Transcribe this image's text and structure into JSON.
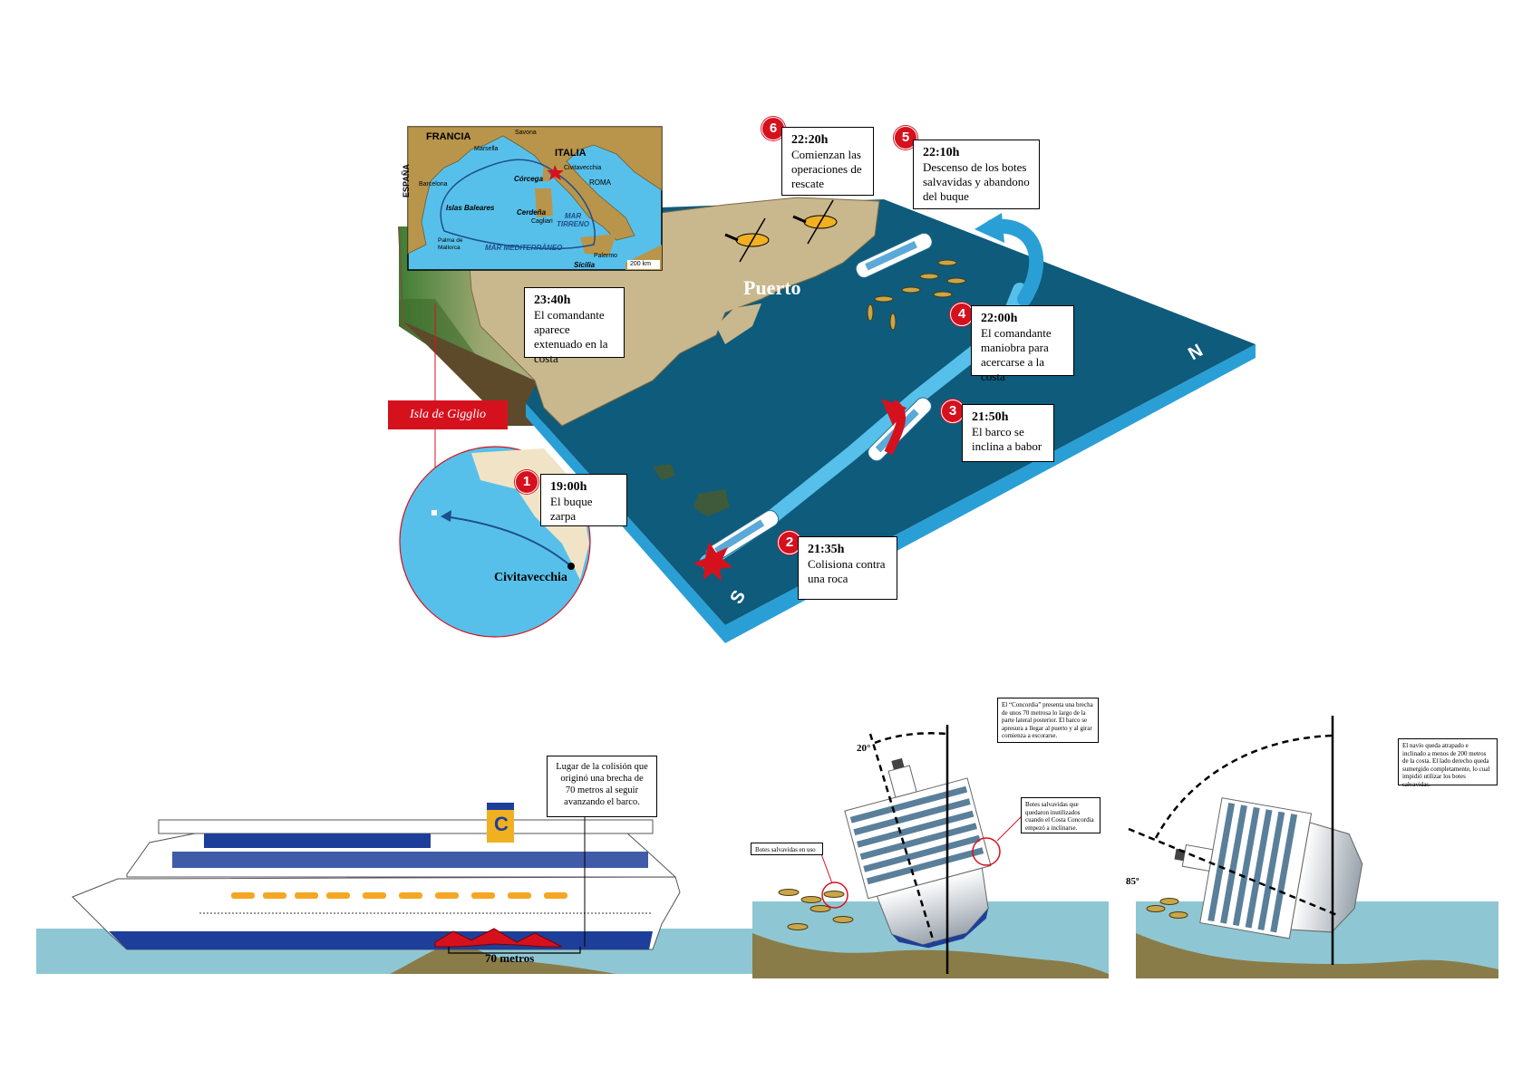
{
  "map": {
    "countries": [
      "FRANCIA",
      "ITALIA",
      "ESPAÑA"
    ],
    "cities": [
      "Savona",
      "Marsella",
      "Barcelona",
      "Civitavecchia",
      "ROMA",
      "Cagliari",
      "Palma de Mallorca",
      "Palermo"
    ],
    "islands": [
      "Córcega",
      "Islas Baleares",
      "Cerdeña",
      "Sicilia"
    ],
    "seas": [
      "MAR TIRRENO",
      "MAR MEDITERRÁNEO"
    ],
    "scale": "200 km"
  },
  "main": {
    "port_label": "Puerto",
    "north_label": "N",
    "south_label": "S",
    "island_label": "Isla de Gigglio",
    "origin_city": "Civitavecchia",
    "events": [
      {
        "num": "1",
        "time": "19:00h",
        "text": "El buque zarpa"
      },
      {
        "num": "2",
        "time": "21:35h",
        "text": "Colisiona contra una roca"
      },
      {
        "num": "3",
        "time": "21:50h",
        "text": "El barco se inclina a babor"
      },
      {
        "num": "4",
        "time": "22:00h",
        "text": "El comandante maniobra para acercarse a la costa"
      },
      {
        "num": "5",
        "time": "22:10h",
        "text": "Descenso de los botes salvavidas y abandono del buque"
      },
      {
        "num": "6",
        "time": "22:20h",
        "text": "Comienzan las operaciones de rescate"
      }
    ],
    "extra_event": {
      "time": "23:40h",
      "text": "El comandante aparece extenuado en la costa"
    }
  },
  "bottom": {
    "collision_note": "Lugar de la colisión que originó una brecha de 70 metros al seguir avanzando el barco.",
    "breach_label": "70 metros",
    "funnel_letter": "C",
    "lifeboats_label": "Botes salvavidas en uso",
    "note_concordia": "El “Concordia” presenta una brecha de unos 70 metrosa lo largo de la parte lateral posterior. El barco se apresura a llegar al puerto y al girar comienza a escorarse.",
    "note_lifeboats": "Botes salvavidas que quedaron inutilizados cuando el Costa Concordia empezó a inclinarse.",
    "angle1": "20°",
    "angle2": "85º",
    "note_final": "El navío queda atrapado e inclinado a menos de 200 metros de la costa. El lado derecho queda sumergido completamente, lo cual impidió utilizar los botes salvavidas."
  },
  "colors": {
    "sea_dark": "#0e5b7c",
    "sea_light": "#57c0ea",
    "red": "#d6111e",
    "land": "#c9b88e",
    "water_panel": "#8ec7d3",
    "seabed": "#8a7c48"
  }
}
